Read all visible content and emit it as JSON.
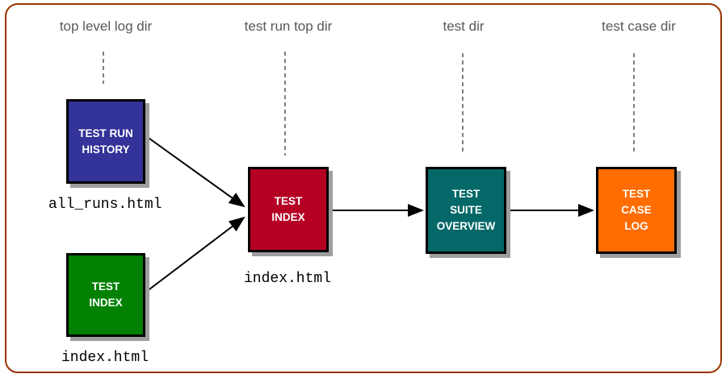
{
  "columns": [
    {
      "label": "top level log dir"
    },
    {
      "label": "test run top dir"
    },
    {
      "label": "test dir"
    },
    {
      "label": "test case dir"
    }
  ],
  "nodes": {
    "test_run_history": {
      "label": "TEST RUN\nHISTORY",
      "color": "#333399",
      "file": "all_runs.html"
    },
    "test_index_top": {
      "label": "TEST\nINDEX",
      "color": "#038103",
      "file": "index.html"
    },
    "test_index_run": {
      "label": "TEST\nINDEX",
      "color": "#B50024",
      "file": "index.html"
    },
    "test_suite_overview": {
      "label": "TEST\nSUITE\nOVERVIEW",
      "color": "#046868"
    },
    "test_case_log": {
      "label": "TEST\nCASE\nLOG",
      "color": "#FF6C00"
    }
  },
  "colors": {
    "frame_border": "#993300",
    "heading_text": "#595959",
    "node_border": "#000000",
    "node_shadow": "#9e9e9e",
    "node_text": "#ffffff",
    "arrow": "#000000",
    "file_label_text": "#000000",
    "background": "#ffffff"
  }
}
